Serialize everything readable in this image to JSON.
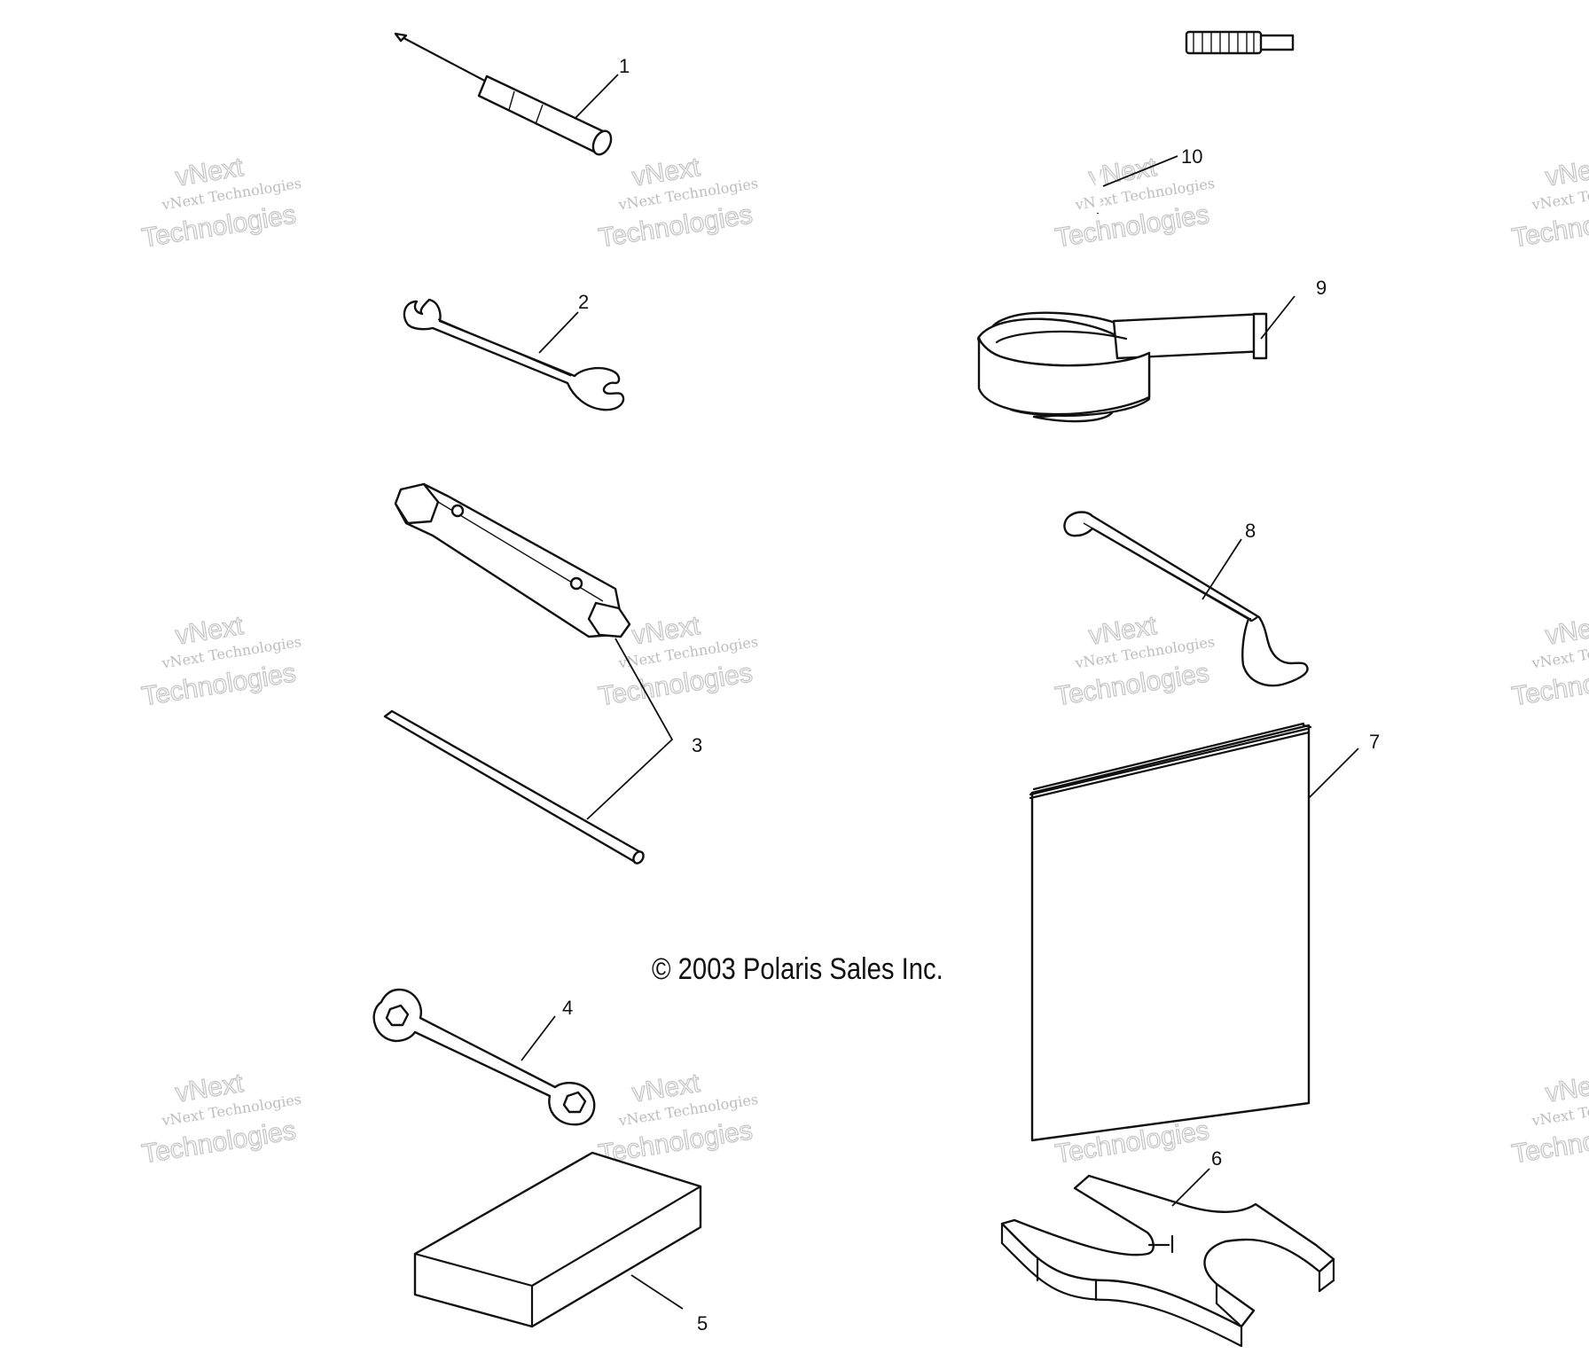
{
  "copyright": "© 2003 Polaris Sales Inc.",
  "callouts": [
    "1",
    "2",
    "3",
    "4",
    "5",
    "6",
    "7",
    "8",
    "9",
    "10"
  ],
  "watermark": {
    "line_small": "vNext Technologies",
    "outline_top": "vNext",
    "outline_bottom": "Technologies"
  },
  "colors": {
    "ink": "#111111",
    "watermark": "#bdbdbd",
    "background": "#ffffff"
  }
}
